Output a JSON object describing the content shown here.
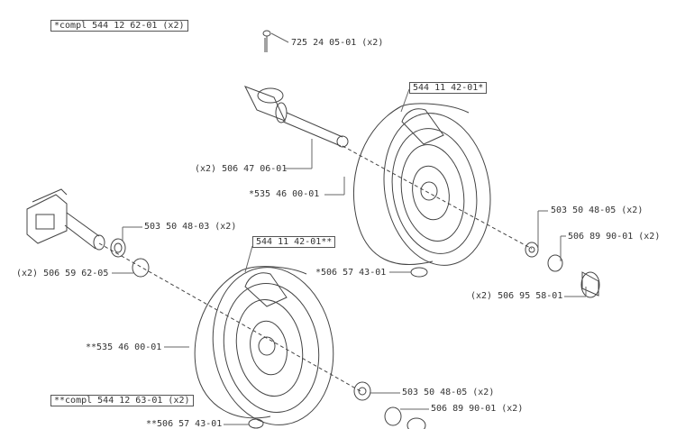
{
  "assemblies": {
    "top": "*compl 544 12 62-01 (x2)",
    "bottom": "**compl 544 12 63-01 (x2)"
  },
  "callouts": {
    "bolt": "725 24 05-01 (x2)",
    "wheel_top_box": "544 11 42-01*",
    "axle": "(x2) 506 47 06-01",
    "tire_top": "*535 46 00-01",
    "washer_top": "503 50 48-05 (x2)",
    "clip_top": "506 89 90-01 (x2)",
    "cap_top": "(x2) 506 95 58-01",
    "bushing_left": "503 50 48-03 (x2)",
    "wheel_bottom_box": "544 11 42-01**",
    "spacer_left": "(x2) 506 59 62-05",
    "pin_mid": "*506 57 43-01",
    "tire_bottom": "**535 46 00-01",
    "washer_bottom": "503 50 48-05 (x2)",
    "clip_bottom": "506 89 90-01 (x2)",
    "pin_bottom": "**506 57 43-01"
  },
  "colors": {
    "line": "#444444",
    "text": "#333333"
  }
}
